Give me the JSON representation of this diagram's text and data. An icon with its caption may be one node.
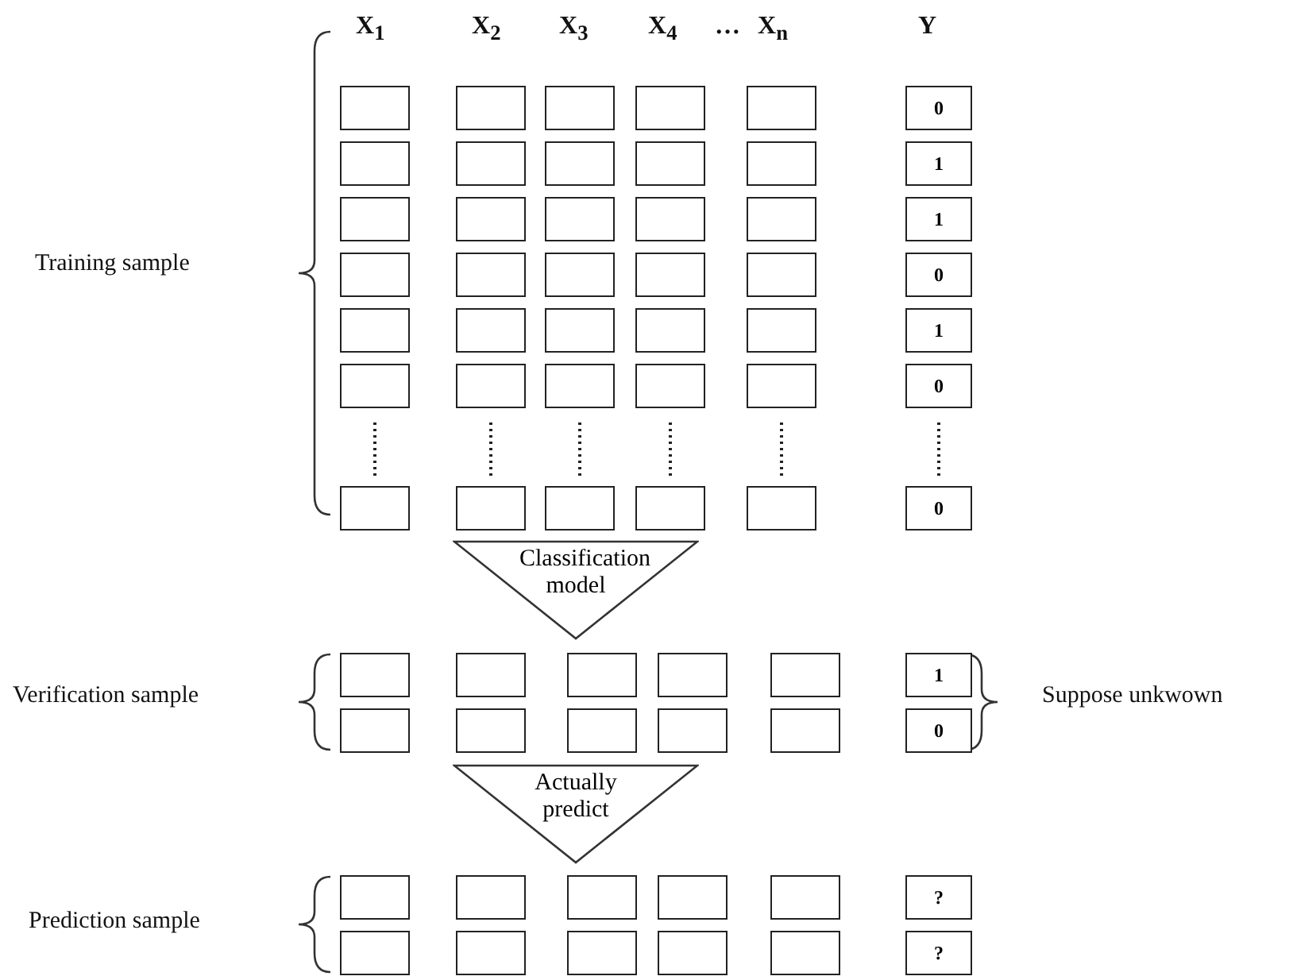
{
  "diagram": {
    "nodes": [
      {
        "text": [],
        "shape": "box"
      },
      {
        "text": [],
        "shape": "box"
      },
      {
        "text": [],
        "shape": "box"
      },
      {
        "text": [],
        "shape": "box"
      },
      {
        "text": [],
        "shape": "box"
      },
      {
        "text": [
          "0"
        ]
      },
      {
        "text": [],
        "shape": "box"
      },
      {
        "text": [],
        "shape": "box"
      },
      {
        "text": [],
        "shape": "box"
      },
      {
        "text": [],
        "shape": "box"
      },
      {
        "text": [],
        "shape": "box"
      },
      {
        "text": [
          "1"
        ]
      },
      {
        "text": [],
        "shape": "box"
      },
      {
        "text": [],
        "shape": "box"
      },
      {
        "text": [],
        "shape": "box"
      },
      {
        "text": [],
        "shape": "box"
      },
      {
        "text": [],
        "shape": "box"
      },
      {
        "text": [
          "1"
        ]
      },
      {
        "text": [],
        "shape": "box"
      },
      {
        "text": [],
        "shape": "box"
      },
      {
        "text": [],
        "shape": "box"
      },
      {
        "text": [],
        "shape": "box"
      },
      {
        "text": [],
        "shape": "box"
      },
      {
        "text": [
          "0"
        ]
      },
      {
        "text": [],
        "shape": "box"
      },
      {
        "text": [],
        "shape": "box"
      },
      {
        "text": [],
        "shape": "box"
      },
      {
        "text": [],
        "shape": "box"
      },
      {
        "text": [],
        "shape": "box"
      },
      {
        "text": [
          "1"
        ]
      },
      {
        "text": [],
        "shape": "box"
      },
      {
        "text": [],
        "shape": "box"
      },
      {
        "text": [],
        "shape": "box"
      },
      {
        "text": [],
        "shape": "box"
      },
      {
        "text": [],
        "shape": "box"
      },
      {
        "text": [
          "0"
        ]
      },
      {
        "text": [],
        "shape": "box"
      },
      {
        "text": [],
        "shape": "box"
      },
      {
        "text": [],
        "shape": "box"
      },
      {
        "text": [],
        "shape": "box"
      },
      {
        "text": [],
        "shape": "box"
      },
      {
        "text": [
          "0"
        ]
      },
      {
        "text": [
          "Classification model"
        ]
      },
      {
        "text": [],
        "shape": "box"
      },
      {
        "text": [],
        "shape": "box"
      },
      {
        "text": [],
        "shape": "box"
      },
      {
        "text": [],
        "shape": "box"
      },
      {
        "text": [],
        "shape": "box"
      },
      {
        "text": [
          "1"
        ]
      },
      {
        "text": [],
        "shape": "box"
      },
      {
        "text": [],
        "shape": "box"
      },
      {
        "text": [],
        "shape": "box"
      },
      {
        "text": [],
        "shape": "box"
      },
      {
        "text": [],
        "shape": "box"
      },
      {
        "text": [
          "0"
        ]
      },
      {
        "text": [
          "Actually predict"
        ]
      },
      {
        "text": [],
        "shape": "box"
      },
      {
        "text": [],
        "shape": "box"
      },
      {
        "text": [],
        "shape": "box"
      },
      {
        "text": [],
        "shape": "box"
      },
      {
        "text": [],
        "shape": "box"
      },
      {
        "text": [
          "?"
        ]
      },
      {
        "text": [],
        "shape": "box"
      },
      {
        "text": [],
        "shape": "box"
      },
      {
        "text": [],
        "shape": "box"
      },
      {
        "text": [],
        "shape": "box"
      },
      {
        "text": [],
        "shape": "box"
      },
      {
        "text": [
          "?"
        ]
      }
    ],
    "labels": [
      "X$_{1}$",
      "X$_{2}$",
      "X$_{3}$",
      "X$_{4}$",
      "…",
      "X$_{n}$",
      "Y",
      "Training sample",
      "Verification sample",
      "Suppose unkwown",
      "Prediction sample"
    ]
  }
}
